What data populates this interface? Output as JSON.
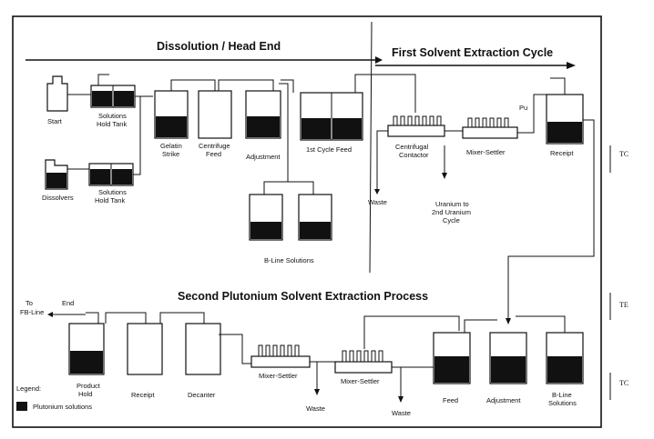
{
  "headings": {
    "dissolution": "Dissolution / Head End",
    "first_cycle": "First Solvent Extraction Cycle",
    "second_pu": "Second Plutonium Solvent Extraction Process"
  },
  "labels": {
    "start": "Start",
    "solutions_hold_tank_1": [
      "Solutions",
      "Hold Tank"
    ],
    "dissolvers": "Dissolvers",
    "solutions_hold_tank_2": [
      "Solutions",
      "Hold Tank"
    ],
    "gelatin_strike": [
      "Gelatin",
      "Strike"
    ],
    "centrifuge_feed": [
      "Centrifuge",
      "Feed"
    ],
    "adjustment_top": "Adjustment",
    "first_cycle_feed": "1st Cycle Feed",
    "b_line_solutions_top": "B-Line Solutions",
    "centrifugal_contactor": [
      "Centrifugal",
      "Contactor"
    ],
    "mixer_settler_top": "Mixer-Settler",
    "receipt_top": "Receipt",
    "pu": "Pu",
    "waste_top": "Waste",
    "uranium_cycle": [
      "Uranium to",
      "2nd Uranium",
      "Cycle"
    ],
    "to_fb_line": [
      "To",
      "FB-Line"
    ],
    "end": "End",
    "product_hold": [
      "Product",
      "Hold"
    ],
    "receipt_bottom": "Receipt",
    "decanter": "Decanter",
    "mixer_settler_b1": "Mixer-Settler",
    "mixer_settler_b2": "Mixer-Settler",
    "waste_b1": "Waste",
    "waste_b2": "Waste",
    "feed": "Feed",
    "adjustment_bottom": "Adjustment",
    "b_line_solutions_bottom": [
      "B-Line",
      "Solutions"
    ]
  },
  "legend": {
    "title": "Legend:",
    "item": "Plutonium solutions"
  },
  "side_marks": [
    "TC",
    "TE",
    "TC"
  ]
}
